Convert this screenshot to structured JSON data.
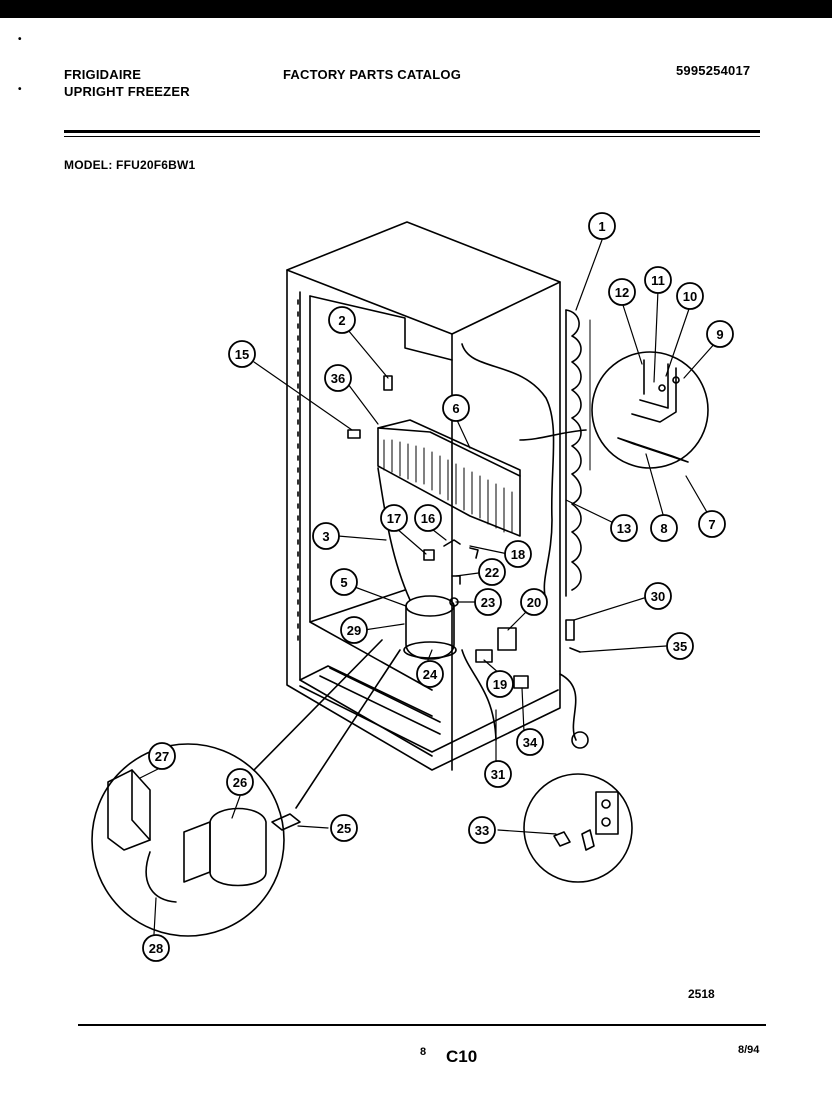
{
  "header": {
    "brand_line1": "FRIGIDAIRE",
    "brand_line2": "UPRIGHT FREEZER",
    "catalog": "FACTORY PARTS CATALOG",
    "catalog_number": "5995254017",
    "model": "MODEL: FFU20F6BW1"
  },
  "footer": {
    "page_small": "8",
    "page_code": "C10",
    "date": "8/94",
    "figure_number": "2518"
  },
  "callouts": [
    "1",
    "2",
    "3",
    "5",
    "6",
    "7",
    "8",
    "9",
    "10",
    "11",
    "12",
    "13",
    "15",
    "16",
    "17",
    "18",
    "19",
    "20",
    "22",
    "23",
    "24",
    "25",
    "26",
    "27",
    "28",
    "29",
    "30",
    "31",
    "33",
    "34",
    "35",
    "36"
  ]
}
